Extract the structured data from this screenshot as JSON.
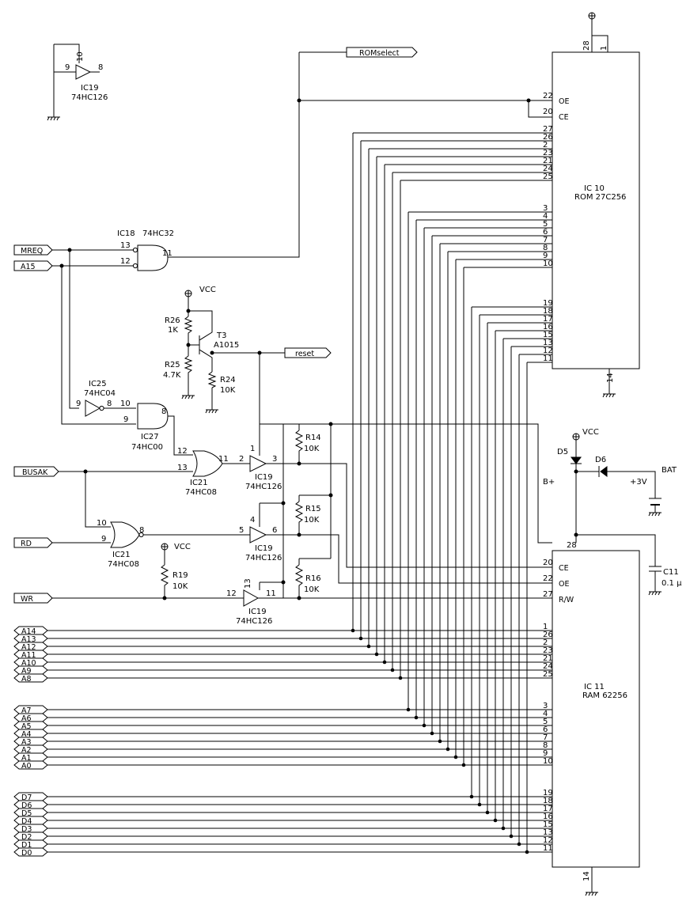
{
  "ic10": {
    "ref": "IC 10",
    "part": "ROM 27C256"
  },
  "ic11": {
    "ref": "IC 11",
    "part": "RAM 62256"
  },
  "ic18": {
    "ref": "IC18",
    "part": "74HC32"
  },
  "ic19": {
    "ref": "IC19",
    "part": "74HC126"
  },
  "ic21": {
    "ref": "IC21",
    "part": "74HC08"
  },
  "ic25": {
    "ref": "IC25",
    "part": "74HC04"
  },
  "ic27": {
    "ref": "IC27",
    "part": "74HC00"
  },
  "t3": {
    "ref": "T3",
    "part": "A1015"
  },
  "r14": {
    "ref": "R14",
    "value": "10K"
  },
  "r15": {
    "ref": "R15",
    "value": "10K"
  },
  "r16": {
    "ref": "R16",
    "value": "10K"
  },
  "r19": {
    "ref": "R19",
    "value": "10K"
  },
  "r24": {
    "ref": "R24",
    "value": "10K"
  },
  "r25": {
    "ref": "R25",
    "value": "4.7K"
  },
  "r26": {
    "ref": "R26",
    "value": "1K"
  },
  "c11": {
    "ref": "C11",
    "value": "0.1 μ"
  },
  "d5": "D5",
  "d6": "D6",
  "bat": {
    "ref": "BAT",
    "value": "+3V"
  },
  "bplus": "B+",
  "vcc": "VCC",
  "ports": {
    "romselect": "ROMselect",
    "reset": "reset",
    "mreq": "MREQ",
    "a15": "A15",
    "busak": "BUSAK",
    "rd": "RD",
    "wr": "WR"
  },
  "addr_high": [
    "A14",
    "A13",
    "A12",
    "A11",
    "A10",
    "A9",
    "A8"
  ],
  "addr_low": [
    "A7",
    "A6",
    "A5",
    "A4",
    "A3",
    "A2",
    "A1",
    "A0"
  ],
  "data_bus": [
    "D7",
    "D6",
    "D5",
    "D4",
    "D3",
    "D2",
    "D1",
    "D0"
  ],
  "pins_high": [
    "27",
    "26",
    "2",
    "23",
    "21",
    "24",
    "25"
  ],
  "ram_pins_high": [
    "1",
    "26",
    "2",
    "23",
    "21",
    "24",
    "25"
  ],
  "pins_low": [
    "3",
    "4",
    "5",
    "6",
    "7",
    "8",
    "9",
    "10"
  ],
  "pins_data": [
    "19",
    "18",
    "17",
    "16",
    "15",
    "13",
    "12",
    "11"
  ],
  "rom_ctrl": {
    "oe_pin": "22",
    "ce_pin": "20",
    "oe": "OE",
    "ce": "CE",
    "vcc_pin": "28",
    "a_pin": "1",
    "gnd_pin": "14"
  },
  "ram_ctrl": {
    "ce_pin": "20",
    "oe_pin": "22",
    "rw_pin": "27",
    "ce": "CE",
    "oe": "OE",
    "rw": "R/W",
    "vcc_pin": "28",
    "gnd_pin": "14"
  },
  "gates": {
    "ic19a": {
      "in": "9",
      "en": "10",
      "out": "8"
    },
    "ic18": {
      "in1": "13",
      "in2": "12",
      "out": "11"
    },
    "ic25": {
      "in": "9",
      "out": "8"
    },
    "ic27": {
      "in1": "10",
      "in2": "9",
      "out": "8"
    },
    "ic21a": {
      "in1": "12",
      "in2": "13",
      "out": "11"
    },
    "ic21b": {
      "in1": "10",
      "in2": "9",
      "out": "8"
    },
    "ic19b": {
      "en": "1",
      "in": "2",
      "out": "3"
    },
    "ic19c": {
      "en": "4",
      "in": "5",
      "out": "6"
    },
    "ic19d": {
      "en": "13",
      "in": "12",
      "out": "11"
    }
  }
}
